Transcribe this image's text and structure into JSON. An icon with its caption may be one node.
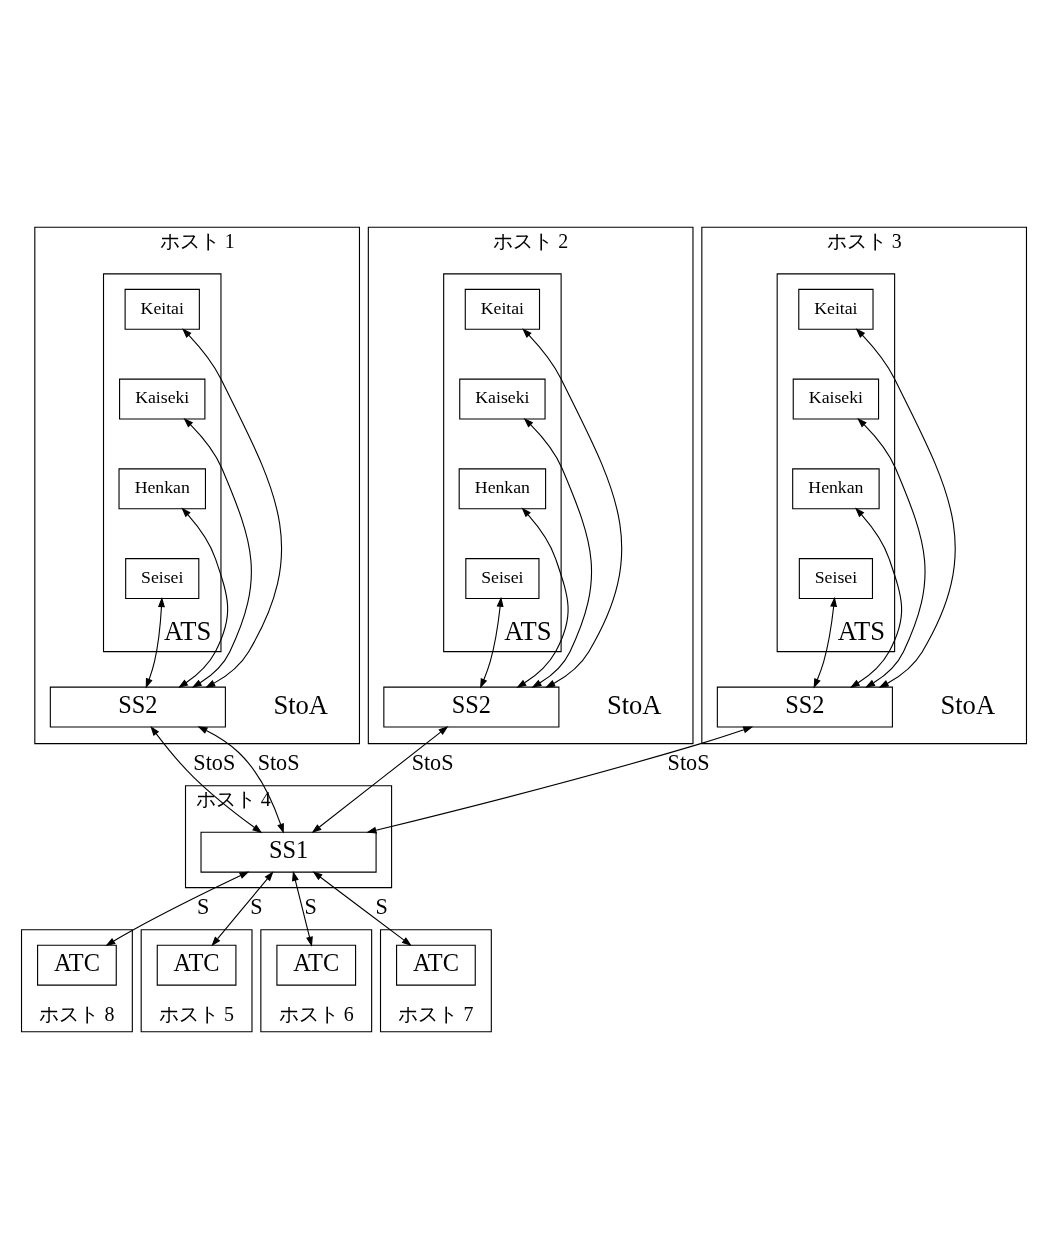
{
  "diagram": {
    "nodes": [
      {
        "text": [
          "ホスト 1"
        ]
      },
      {
        "text": [
          "ATS"
        ],
        "in": 0
      },
      {
        "text": [
          "Keitai"
        ],
        "in": 1
      },
      {
        "text": [
          "Kaiseki"
        ],
        "in": 1
      },
      {
        "text": [
          "Henkan"
        ],
        "in": 1
      },
      {
        "text": [
          "Seisei"
        ],
        "in": 1
      },
      {
        "text": [
          "SS2"
        ],
        "in": 0
      },
      {
        "text": [
          "ホスト 2"
        ]
      },
      {
        "text": [
          "ATS"
        ],
        "in": 7
      },
      {
        "text": [
          "Keitai"
        ],
        "in": 8
      },
      {
        "text": [
          "Kaiseki"
        ],
        "in": 8
      },
      {
        "text": [
          "Henkan"
        ],
        "in": 8
      },
      {
        "text": [
          "Seisei"
        ],
        "in": 8
      },
      {
        "text": [
          "SS2"
        ],
        "in": 7
      },
      {
        "text": [
          "ホスト 3"
        ]
      },
      {
        "text": [
          "ATS"
        ],
        "in": 14
      },
      {
        "text": [
          "Keitai"
        ],
        "in": 15
      },
      {
        "text": [
          "Kaiseki"
        ],
        "in": 15
      },
      {
        "text": [
          "Henkan"
        ],
        "in": 15
      },
      {
        "text": [
          "Seisei"
        ],
        "in": 15
      },
      {
        "text": [
          "SS2"
        ],
        "in": 14
      },
      {
        "text": [
          "ホスト 4"
        ]
      },
      {
        "text": [
          "SS1"
        ],
        "in": 21
      },
      {
        "text": [
          "ホスト 8"
        ]
      },
      {
        "text": [
          "ATC"
        ],
        "in": 23
      },
      {
        "text": [
          "ホスト 5"
        ]
      },
      {
        "text": [
          "ATC"
        ],
        "in": 25
      },
      {
        "text": [
          "ホスト 6"
        ]
      },
      {
        "text": [
          "ATC"
        ],
        "in": 27
      },
      {
        "text": [
          "ホスト 7"
        ]
      },
      {
        "text": [
          "ATC"
        ],
        "in": 29
      }
    ],
    "edges": [
      {
        "from": 6,
        "to": 2,
        "arrow": "both"
      },
      {
        "from": 6,
        "to": 3,
        "arrow": "both"
      },
      {
        "from": 6,
        "to": 4,
        "arrow": "both"
      },
      {
        "from": 6,
        "to": 5,
        "arrow": "both"
      },
      {
        "from": 13,
        "to": 9,
        "arrow": "both"
      },
      {
        "from": 13,
        "to": 10,
        "arrow": "both"
      },
      {
        "from": 13,
        "to": 11,
        "arrow": "both"
      },
      {
        "from": 13,
        "to": 12,
        "arrow": "both"
      },
      {
        "from": 20,
        "to": 16,
        "arrow": "both"
      },
      {
        "from": 20,
        "to": 17,
        "arrow": "both"
      },
      {
        "from": 20,
        "to": 18,
        "arrow": "both"
      },
      {
        "from": 20,
        "to": 19,
        "arrow": "both"
      },
      {
        "from": 6,
        "to": 22,
        "arrow": "both",
        "label": "StoS"
      },
      {
        "from": 6,
        "to": 22,
        "arrow": "both",
        "label": "StoS"
      },
      {
        "from": 13,
        "to": 22,
        "arrow": "both",
        "label": "StoS"
      },
      {
        "from": 20,
        "to": 22,
        "arrow": "both",
        "label": "StoS"
      },
      {
        "from": 22,
        "to": 24,
        "arrow": "both",
        "label": "S"
      },
      {
        "from": 22,
        "to": 26,
        "arrow": "both",
        "label": "S"
      },
      {
        "from": 22,
        "to": 28,
        "arrow": "both",
        "label": "S"
      },
      {
        "from": 22,
        "to": 30,
        "arrow": "both",
        "label": "S"
      }
    ],
    "labels": [
      "StoA",
      "StoA",
      "StoA"
    ]
  }
}
